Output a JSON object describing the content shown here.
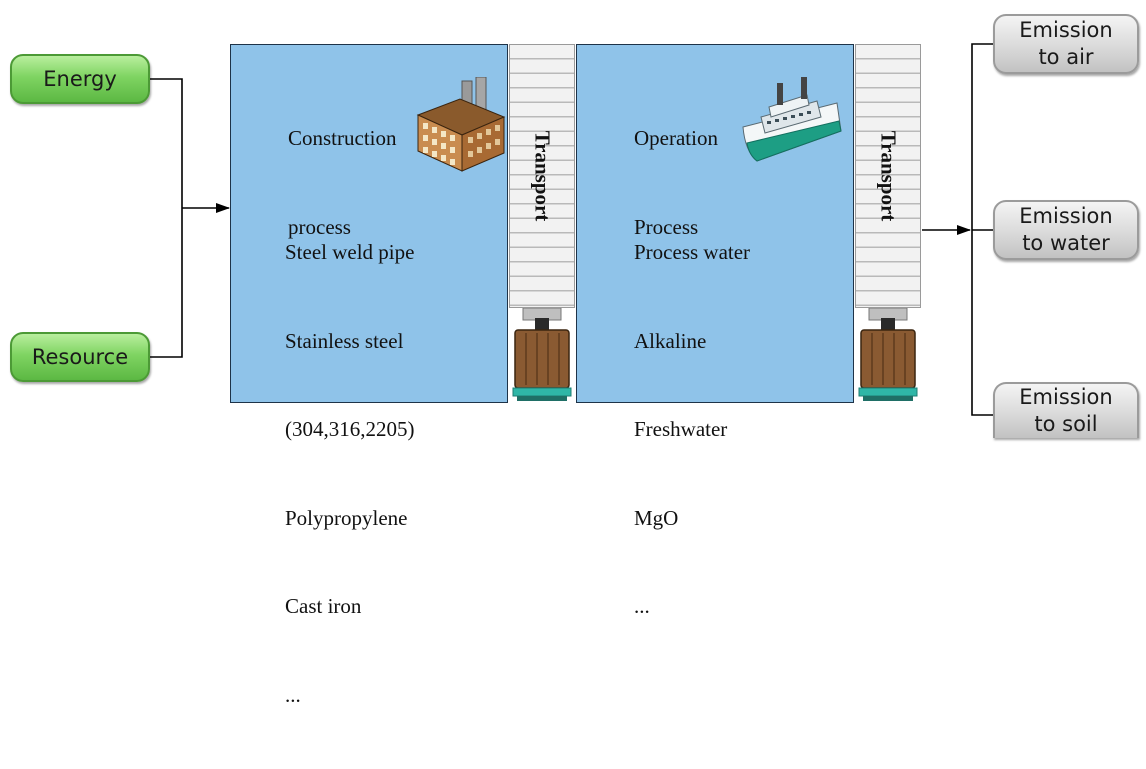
{
  "inputs": {
    "energy": "Energy",
    "resource": "Resource"
  },
  "construction": {
    "title_lines": [
      "Construction",
      "process"
    ],
    "materials": [
      "Steel weld pipe",
      "Stainless steel",
      "(304,316,2205)",
      "Polypropylene",
      "Cast iron",
      "..."
    ]
  },
  "operation": {
    "title_lines": [
      "Operation",
      "Process"
    ],
    "materials": [
      "Process water",
      "Alkaline",
      "Freshwater",
      "MgO",
      "..."
    ]
  },
  "transport_label": "Transport",
  "outputs": {
    "air": [
      "Emission",
      "to air"
    ],
    "water": [
      "Emission",
      "to water"
    ],
    "soil": [
      "Emission",
      "to soil"
    ]
  },
  "icons": [
    "factory-icon",
    "ferry-icon",
    "truck-icon"
  ],
  "colors": {
    "process_fill": "#8fc3e9",
    "input_green": "#7fd462",
    "output_grey": "#dadada"
  }
}
